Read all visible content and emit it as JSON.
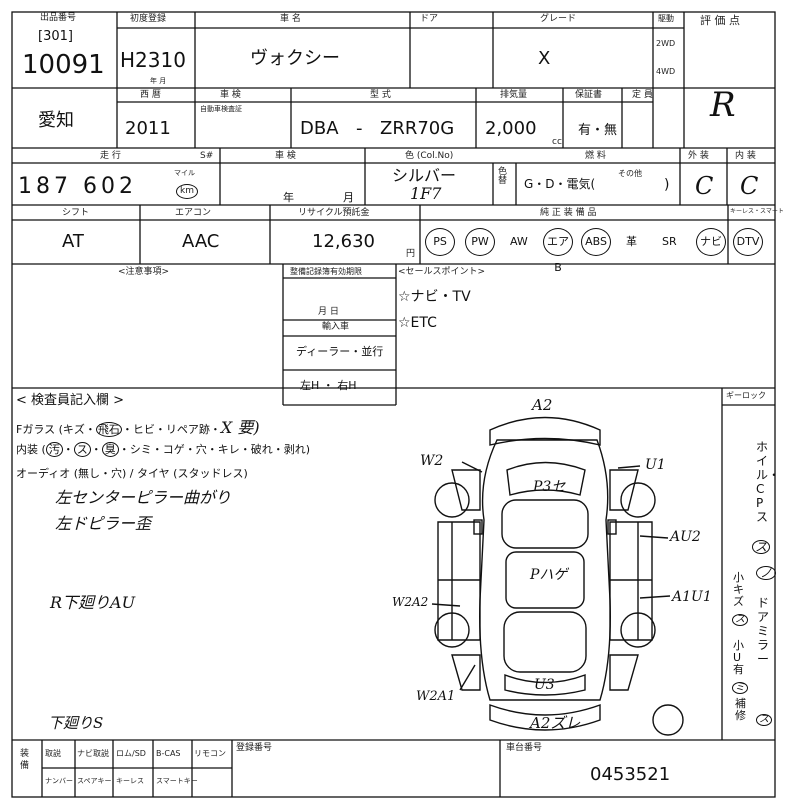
{
  "header": {
    "venue_label": "出品番号",
    "venue": "[301]",
    "lot": "10091",
    "first_reg_label": "初度登録",
    "first_reg": "H2310",
    "first_reg_sub": "年 月",
    "model_label": "車 名",
    "model": "ヴォクシー",
    "door_label": "ドア",
    "grade_label": "グレード",
    "grade": "X",
    "drive_label": "駆動",
    "drive_2wd": "2WD",
    "drive_4wd": "4WD",
    "score_label": "評 価 点",
    "score": "R"
  },
  "row2": {
    "region": "愛知",
    "year_label": "西 暦",
    "year": "2011",
    "shaken_label": "車 検",
    "shaken_sub": "自動車検査証",
    "type_label": "型 式",
    "type_a": "DBA",
    "type_dash": "-",
    "type_b": "ZRR70G",
    "cc_label": "排気量",
    "cc": "2,000",
    "cc_unit": "cc",
    "warranty_label": "保証書",
    "warranty": "有・無",
    "capacity_label": "定 員"
  },
  "row3": {
    "mileage_label": "走 行",
    "mileage": "187 602",
    "mile_unit": "マイル",
    "km_unit": "km",
    "smart_label": "S#",
    "shaken_exp_label": "車 検",
    "year_unit": "年",
    "month_unit": "月",
    "color_label": "色 (Col.No)",
    "color": "シルバー",
    "color_no": "1F7",
    "repaint_label": "色替",
    "fuel_label": "燃 料",
    "fuel_options": "G・D・電気(",
    "fuel_other": "その他",
    "fuel_close": ")",
    "exterior_label": "外 装",
    "exterior": "C",
    "interior_label": "内 装",
    "interior": "C"
  },
  "row4": {
    "shift_label": "シフト",
    "shift": "AT",
    "ac_label": "エアコン",
    "ac": "AAC",
    "recycle_label": "リサイクル預託金",
    "recycle": "12,630",
    "yen": "円",
    "equip_label": "純 正 装 備 品",
    "equip": [
      "PS",
      "PW",
      "AW",
      "エアB",
      "ABS",
      "革",
      "SR",
      "ナビ",
      "DTV"
    ],
    "equip_circled": [
      true,
      true,
      false,
      true,
      true,
      false,
      false,
      true,
      true
    ],
    "key_label": "キーレス・スマート"
  },
  "notes": {
    "remarks_label": "<注意事項>",
    "maint_label": "整備記録簿有効期限",
    "month_day": "月 日",
    "import_label": "輸入車",
    "import_value": "ディーラー・並行",
    "hand_value": "左H ・ 右H",
    "sales_label": "<セールスポイント>",
    "sales": [
      "☆ナビ・TV",
      "☆ETC"
    ]
  },
  "inspect": {
    "title": "< 検査員記入欄 >",
    "glass_line": "Fガラス (キズ・",
    "glass_circled": "飛石",
    "glass_rest": "・ヒビ・リペア跡・",
    "glass_hand": "X 要)",
    "interior_line": "内装 (",
    "interior_c1": "汚",
    "interior_c2": "ス",
    "interior_c3": "臭",
    "interior_rest": "・シミ・コゲ・穴・キレ・破れ・剥れ)",
    "audio_line": "オーディオ (無し・穴) / タイヤ (スタッドレス)",
    "note1": "左センターピラー曲がり",
    "note2": "左ドピラー歪",
    "note3": "R下廻りAU",
    "note4": "下廻りS",
    "wheel_lock_label": "ギーロック"
  },
  "car_marks": {
    "a2_top": "A2",
    "w2": "W2",
    "u1": "U1",
    "p3": "P3セ",
    "au2": "AU2",
    "a1u1": "A1U1",
    "w2a2": "W2A2",
    "p_bubble": "Pハゲ",
    "u3": "U3",
    "w2a1": "W2A1",
    "a2_bottom": "A2ズレ"
  },
  "side": {
    "vertical1": "ホイル・CPス",
    "circled1": "ス",
    "circled2": "ノ",
    "vertical2": "ドアミラー",
    "small_scratch": "小キズ",
    "circled3": "ス",
    "small_dent": "小U有",
    "circled4": "ミ",
    "repair": "補修",
    "circled5": "ス"
  },
  "footer": {
    "equip_label": "装備",
    "items_top": [
      "取説",
      "ナビ取説",
      "ロム/SD",
      "B-CAS",
      "リモコン"
    ],
    "items_bottom": [
      "ナンバー",
      "スペアキー",
      "キーレス",
      "スマートキー"
    ],
    "reg_label": "登録番号",
    "certificate_label": "車台番号",
    "certificate": "0453521"
  }
}
